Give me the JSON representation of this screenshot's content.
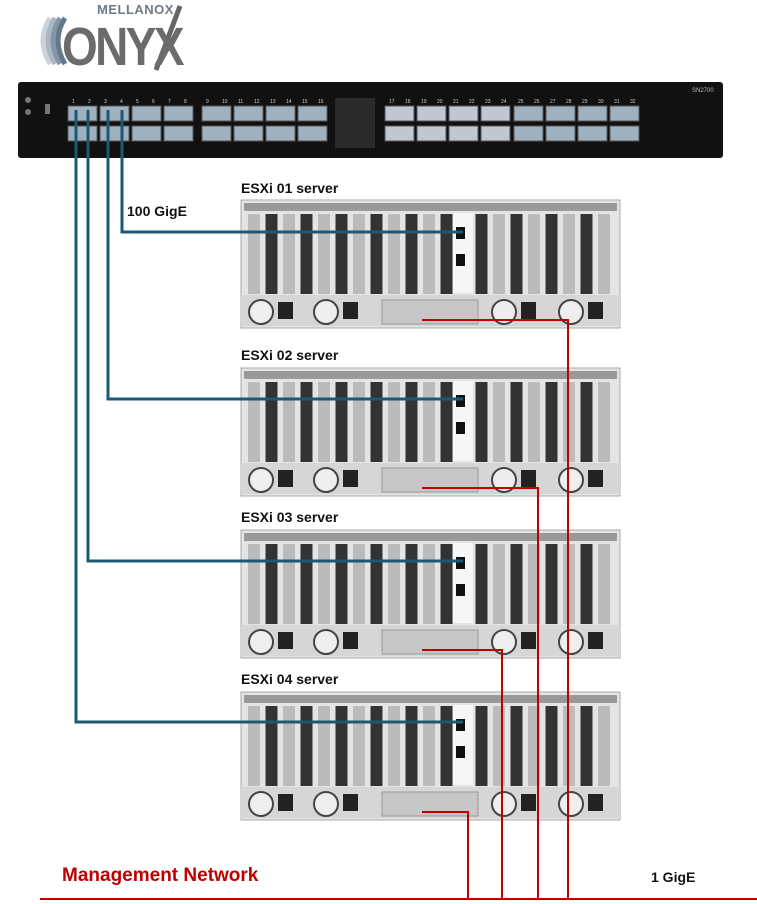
{
  "logo": {
    "brand": "MELLANOX",
    "product": "ONYX"
  },
  "switch": {
    "model": "SN2700",
    "ports": [
      "1",
      "2",
      "3",
      "4",
      "5",
      "6",
      "7",
      "8",
      "9",
      "10",
      "11",
      "12",
      "13",
      "14",
      "15",
      "16",
      "17",
      "18",
      "19",
      "20",
      "21",
      "22",
      "23",
      "24",
      "25",
      "26",
      "27",
      "28",
      "29",
      "30",
      "31",
      "32"
    ]
  },
  "links": {
    "data_speed": "100 GigE",
    "mgmt_speed": "1 GigE"
  },
  "servers": [
    {
      "label": "ESXi 01 server"
    },
    {
      "label": "ESXi 02 server"
    },
    {
      "label": "ESXi 03 server"
    },
    {
      "label": "ESXi 04 server"
    }
  ],
  "management": {
    "label": "Management Network"
  },
  "colors": {
    "data_link": "#1a5a73",
    "mgmt_link": "#c00000",
    "switch_body": "#111111"
  }
}
